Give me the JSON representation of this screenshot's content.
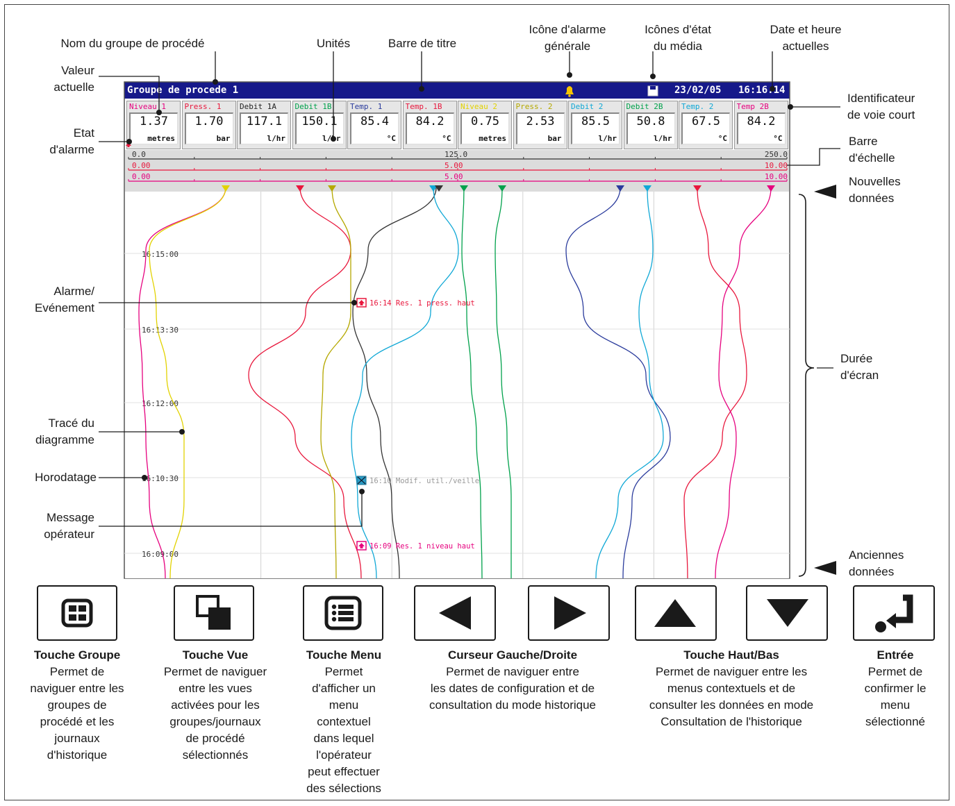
{
  "recorder": {
    "group_name": "Groupe de procede 1",
    "date": "23/02/05",
    "time": "16:16:14",
    "channels": [
      {
        "tag": "Niveau 1",
        "value": "1.37",
        "unit": "metres",
        "color": "#e6007e"
      },
      {
        "tag": "Press. 1",
        "value": "1.70",
        "unit": "bar",
        "color": "#e8173c"
      },
      {
        "tag": "Debit 1A",
        "value": "117.1",
        "unit": "l/hr",
        "color": "#222222"
      },
      {
        "tag": "Debit 1B",
        "value": "150.1",
        "unit": "l/hr",
        "color": "#00a14b"
      },
      {
        "tag": "Temp. 1",
        "value": "85.4",
        "unit": "°C",
        "color": "#2a3b9c"
      },
      {
        "tag": "Temp. 1B",
        "value": "84.2",
        "unit": "°C",
        "color": "#e8173c"
      },
      {
        "tag": "Niveau 2",
        "value": "0.75",
        "unit": "metres",
        "color": "#e2d200"
      },
      {
        "tag": "Press. 2",
        "value": "2.53",
        "unit": "bar",
        "color": "#b5a800"
      },
      {
        "tag": "Debit 2",
        "value": "85.5",
        "unit": "l/hr",
        "color": "#10a8d6"
      },
      {
        "tag": "Debit 2B",
        "value": "50.8",
        "unit": "l/hr",
        "color": "#00a14b"
      },
      {
        "tag": "Temp. 2",
        "value": "67.5",
        "unit": "°C",
        "color": "#10a8d6"
      },
      {
        "tag": "Temp 2B",
        "value": "84.2",
        "unit": "°C",
        "color": "#e6007e"
      }
    ],
    "scale_rows": [
      {
        "min": "0.0",
        "mid": "125.0",
        "max": "250.0",
        "color": "#333333"
      },
      {
        "min": "0.00",
        "mid": "5.00",
        "max": "10.00",
        "color": "#e8173c"
      },
      {
        "min": "0.00",
        "mid": "5.00",
        "max": "10.00",
        "color": "#e6007e"
      }
    ],
    "timestamps": [
      "16:15:00",
      "16:13:30",
      "16:12:00",
      "16:10:30",
      "16:09:00"
    ],
    "events": [
      {
        "text": "16:14 Res. 1 press. haut",
        "color": "#e8173c",
        "icon": "alarm-icon"
      },
      {
        "text": "16:10 Modif. util./veille",
        "color": "#999999",
        "icon": "operator-message-icon"
      },
      {
        "text": "16:09 Res. 1 niveau haut",
        "color": "#e6007e",
        "icon": "alarm-icon"
      }
    ]
  },
  "callouts": {
    "group_name": "Nom du groupe de procédé",
    "units": "Unités",
    "title_bar": "Barre de titre",
    "general_alarm": "Icône d'alarme\ngénérale",
    "media_status": "Icônes d'état\ndu média",
    "date_time": "Date et heure\nactuelles",
    "current_value": "Valeur\nactuelle",
    "short_tag": "Identificateur\nde voie court",
    "alarm_state": "Etat\nd'alarme",
    "scale_bar": "Barre\nd'échelle",
    "new_data": "Nouvelles\ndonnées",
    "alarm_event": "Alarme/\nEvénement",
    "screen_duration": "Durée\nd'écran",
    "chart_trace": "Tracé du\ndiagramme",
    "timestamp": "Horodatage",
    "operator_message": "Message\nopérateur",
    "old_data": "Anciennes\ndonnées"
  },
  "keys": [
    {
      "title": "Touche Groupe",
      "desc": "Permet de\nnaviguer entre les\ngroupes de\nprocédé et les\njournaux\nd'historique",
      "icon": "group-key-icon"
    },
    {
      "title": "Touche Vue",
      "desc": "Permet de naviguer\nentre les vues\nactivées pour les\ngroupes/journaux\nde procédé\nsélectionnés",
      "icon": "view-key-icon"
    },
    {
      "title": "Touche Menu",
      "desc": "Permet\nd'afficher un\nmenu\ncontextuel\ndans lequel\nl'opérateur\npeut effectuer\ndes sélections",
      "icon": "menu-key-icon"
    },
    {
      "title": "Curseur Gauche/Droite",
      "desc": "Permet de naviguer entre\nles dates de configuration et de\nconsultation du mode historique",
      "icon": "left-right-arrow-icon"
    },
    {
      "title": "Touche Haut/Bas",
      "desc": "Permet de naviguer entre les\nmenus contextuels et de\nconsulter les données en mode\nConsultation de l'historique",
      "icon": "up-down-arrow-icon"
    },
    {
      "title": "Entrée",
      "desc": "Permet de\nconfirmer le\nmenu\nsélectionné",
      "icon": "enter-key-icon"
    }
  ]
}
